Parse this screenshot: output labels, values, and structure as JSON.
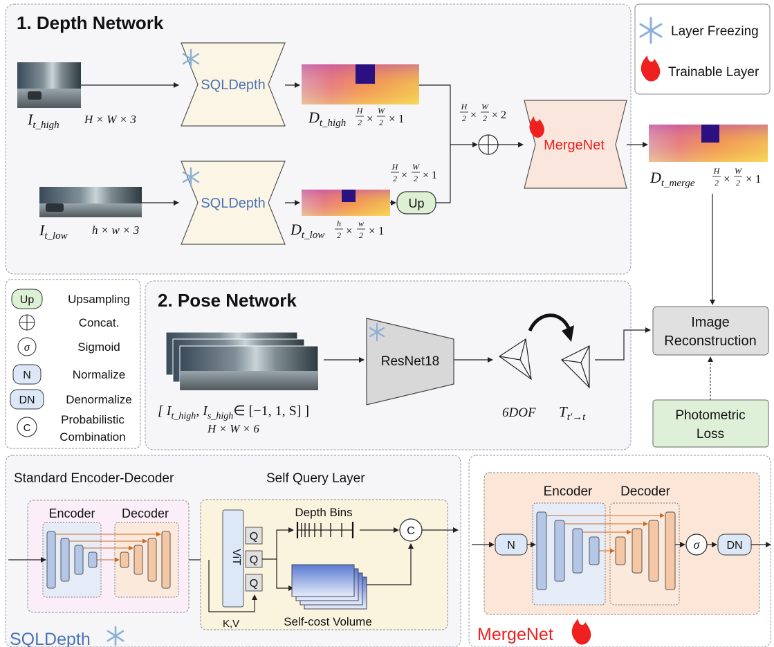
{
  "legend_top": {
    "freeze_label": "Layer Freezing",
    "train_label": "Trainable Layer"
  },
  "depth_network": {
    "title": "1. Depth Network",
    "sqldepth_high": "SQLDepth",
    "sqldepth_low": "SQLDepth",
    "mergenet": "MergeNet",
    "up_label": "Up",
    "i_high": "I",
    "i_high_sub": "t_high",
    "i_high_dims": "H × W × 3",
    "i_low": "I",
    "i_low_sub": "t_low",
    "i_low_dims": "h × w × 3",
    "d_high": "D",
    "d_high_sub": "t_high",
    "d_high_dims": "× 1",
    "d_low": "D",
    "d_low_sub": "t_low",
    "d_low_dims": "× 1",
    "d_merge": "D",
    "d_merge_sub": "t_merge",
    "d_merge_dims": "× 1",
    "concat_dims": "× 2",
    "up_dims": "× 1",
    "frac_H": "H",
    "frac_W": "W",
    "frac_h": "h",
    "frac_w": "w",
    "frac_2": "2"
  },
  "legend_left": {
    "items": [
      {
        "symbol": "Up",
        "label": "Upsampling"
      },
      {
        "symbol": "⊕",
        "label": "Concat."
      },
      {
        "symbol": "σ",
        "label": "Sigmoid"
      },
      {
        "symbol": "N",
        "label": "Normalize"
      },
      {
        "symbol": "DN",
        "label": "Denormalize"
      },
      {
        "symbol": "C",
        "label": "Probabilistic",
        "label2": "Combination"
      }
    ]
  },
  "pose_network": {
    "title": "2. Pose Network",
    "resnet": "ResNet18",
    "input_formula": "[ I",
    "input_sub1": "t_high",
    "input_mid": ", I",
    "input_sub2": "s_high",
    "input_tail": "∈ [−1, 1, S] ]",
    "input_dims": "H × W × 6",
    "dof": "6DOF",
    "transform": "T",
    "transform_sub": "t′→t"
  },
  "reconstruction": {
    "line1": "Image",
    "line2": "Reconstruction"
  },
  "loss": {
    "line1": "Photometric",
    "line2": "Loss"
  },
  "sqldepth_detail": {
    "title_std": "Standard Encoder-Decoder",
    "title_sql": "Self Query Layer",
    "encoder": "Encoder",
    "decoder": "Decoder",
    "vit": "ViT",
    "q": "Q",
    "depth_bins": "Depth Bins",
    "cost_volume": "Self-cost Volume",
    "kv": "K,V",
    "c": "C",
    "footer": "SQLDepth"
  },
  "mergenet_detail": {
    "encoder": "Encoder",
    "decoder": "Decoder",
    "n": "N",
    "sigma": "σ",
    "dn": "DN",
    "footer": "MergeNet"
  }
}
